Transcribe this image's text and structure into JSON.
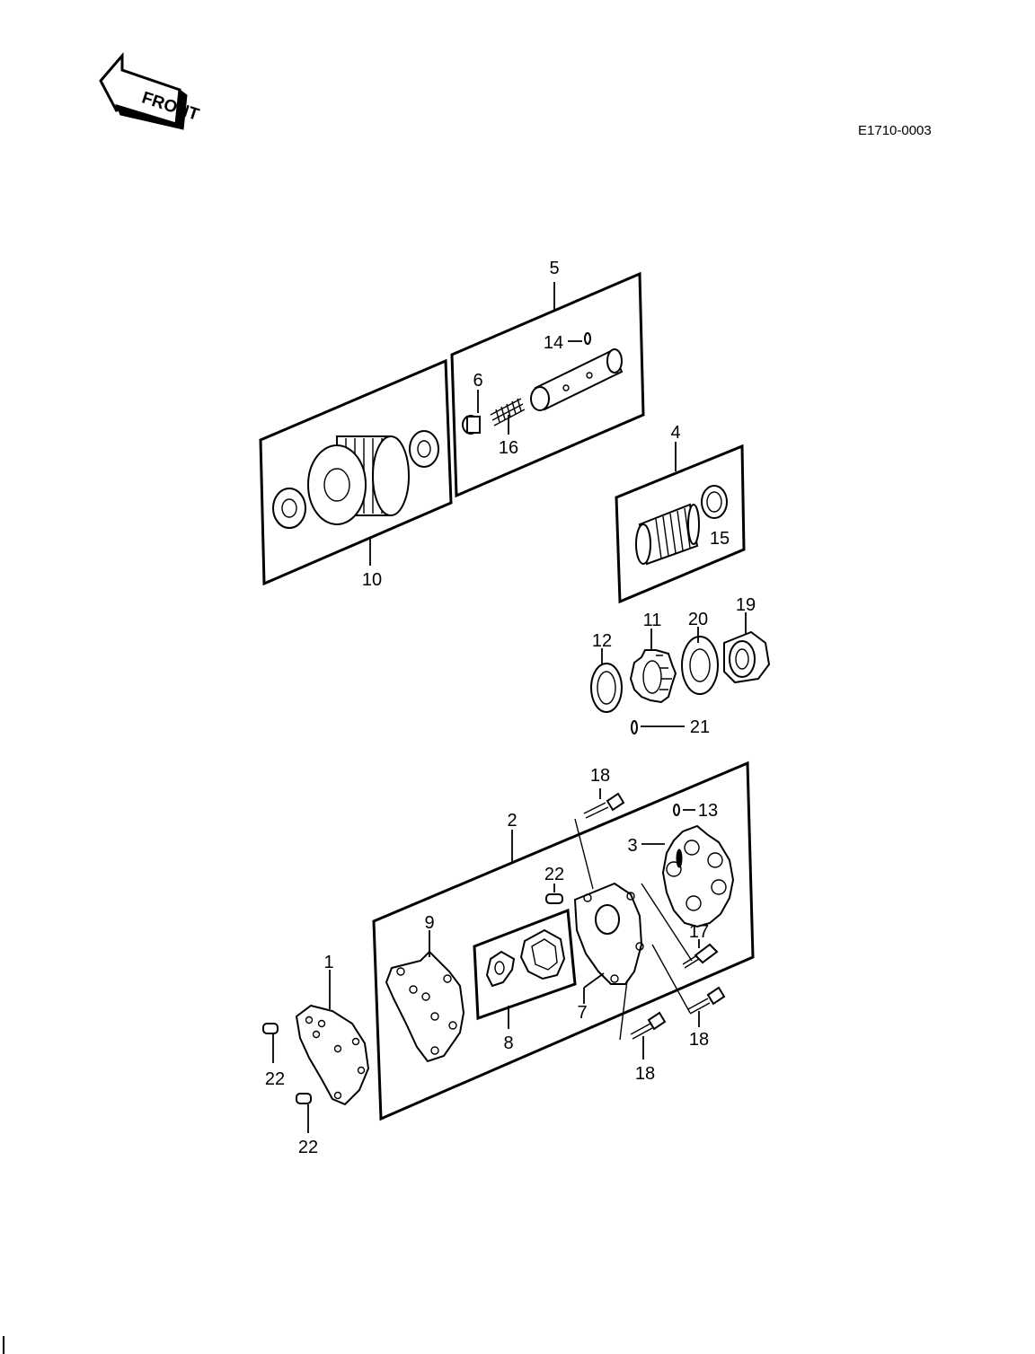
{
  "front_label": "FRONT",
  "diagram_code": "E1710-0003",
  "callouts": {
    "c1": "1",
    "c2": "2",
    "c3": "3",
    "c4": "4",
    "c5": "5",
    "c6": "6",
    "c7": "7",
    "c8": "8",
    "c9": "9",
    "c10": "10",
    "c11": "11",
    "c12": "12",
    "c13": "13",
    "c14": "14",
    "c15": "15",
    "c16": "16",
    "c17": "17",
    "c18a": "18",
    "c18b": "18",
    "c18c": "18",
    "c19": "19",
    "c20": "20",
    "c21": "21",
    "c22a": "22",
    "c22b": "22",
    "c22c": "22"
  }
}
